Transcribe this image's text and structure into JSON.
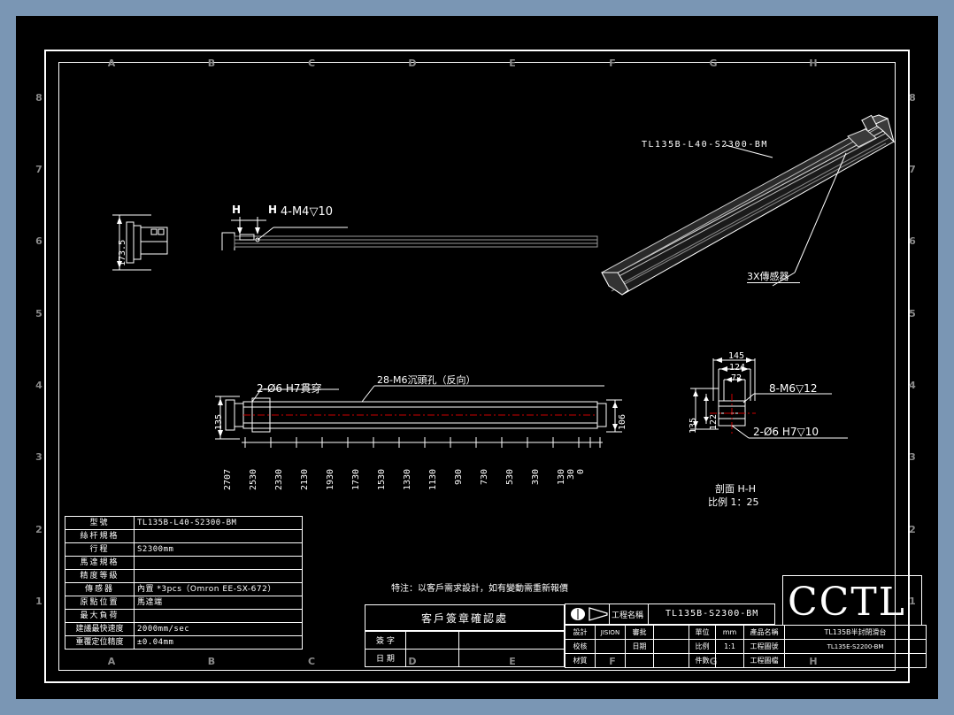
{
  "document": {
    "type": "cad-technical-drawing",
    "title": "TL135B-L40-S2300-BM",
    "background_color": "#7a96b4",
    "canvas_color": "#000000",
    "line_color": "#ffffff"
  },
  "frame": {
    "column_letters": [
      "A",
      "B",
      "C",
      "D",
      "E",
      "F",
      "G",
      "H"
    ],
    "row_numbers": [
      "8",
      "7",
      "6",
      "5",
      "4",
      "3",
      "2",
      "1"
    ]
  },
  "views": {
    "iso": {
      "part_label": "TL135B-L40-S2300-BM",
      "sensor_label": "3X傳感器"
    },
    "top": {
      "section_marks": "H        H",
      "thread_note": "4-M4▽10"
    },
    "side": {
      "height_dim": "173.5"
    },
    "front": {
      "left_dim": "135",
      "right_dim": "106",
      "hole_note_left": "2-Ø6 H7貫穿",
      "hole_note_right": "28-M6沉頭孔（反向）",
      "station_dims": [
        "2707",
        "2530",
        "2330",
        "2130",
        "1930",
        "1730",
        "1530",
        "1330",
        "1130",
        "930",
        "730",
        "530",
        "330",
        "130",
        "30",
        "0"
      ]
    },
    "section": {
      "dim_145": "145",
      "dim_124": "124",
      "dim_72": "72",
      "dim_135": "135",
      "dim_122": "122",
      "note_top": "8-M6▽12",
      "note_bottom": "2-Ø6 H7▽10",
      "caption_line1": "剖面 H-H",
      "caption_line2": "比例 1：25"
    }
  },
  "spec_table": {
    "rows": [
      {
        "label": "型號",
        "value": "TL135B-L40-S2300-BM"
      },
      {
        "label": "絲杆規格",
        "value": ""
      },
      {
        "label": "行程",
        "value": "S2300mm"
      },
      {
        "label": "馬達規格",
        "value": ""
      },
      {
        "label": "精度等級",
        "value": ""
      },
      {
        "label": "傳感器",
        "value": "內置 *3pcs（Omron EE-SX-672）"
      },
      {
        "label": "原點位置",
        "value": "馬達端"
      },
      {
        "label": "最大負荷",
        "value": ""
      },
      {
        "label": "建議最快速度",
        "value": "2000mm/sec"
      },
      {
        "label": "重覆定位精度",
        "value": "±0.04mm"
      }
    ]
  },
  "note": {
    "text": "特注：以客戶需求設計，如有變動需重新報價"
  },
  "customer_block": {
    "title": "客戶簽章確認處",
    "rows": [
      {
        "label": "簽 字",
        "value": ""
      },
      {
        "label": "日 期",
        "value": ""
      }
    ]
  },
  "title_block": {
    "project_label": "工程名稱",
    "project_value": "TL135B-S2300-BM",
    "brand": "CCTL",
    "fields": [
      {
        "label": "設計",
        "value": "JISION"
      },
      {
        "label": "審批",
        "value": ""
      },
      {
        "label": "單位",
        "value": "mm"
      },
      {
        "label": "產品名稱",
        "value": "TL135B半封閉滑台"
      },
      {
        "label": "校核",
        "value": ""
      },
      {
        "label": "日期",
        "value": ""
      },
      {
        "label": "比例",
        "value": "1:1"
      },
      {
        "label": "工程圖號",
        "value": "TL135E-S2200-BM"
      },
      {
        "label": "材質",
        "value": ""
      },
      {
        "label": "件數",
        "value": ""
      },
      {
        "label": "工程圖檔",
        "value": ""
      }
    ]
  }
}
